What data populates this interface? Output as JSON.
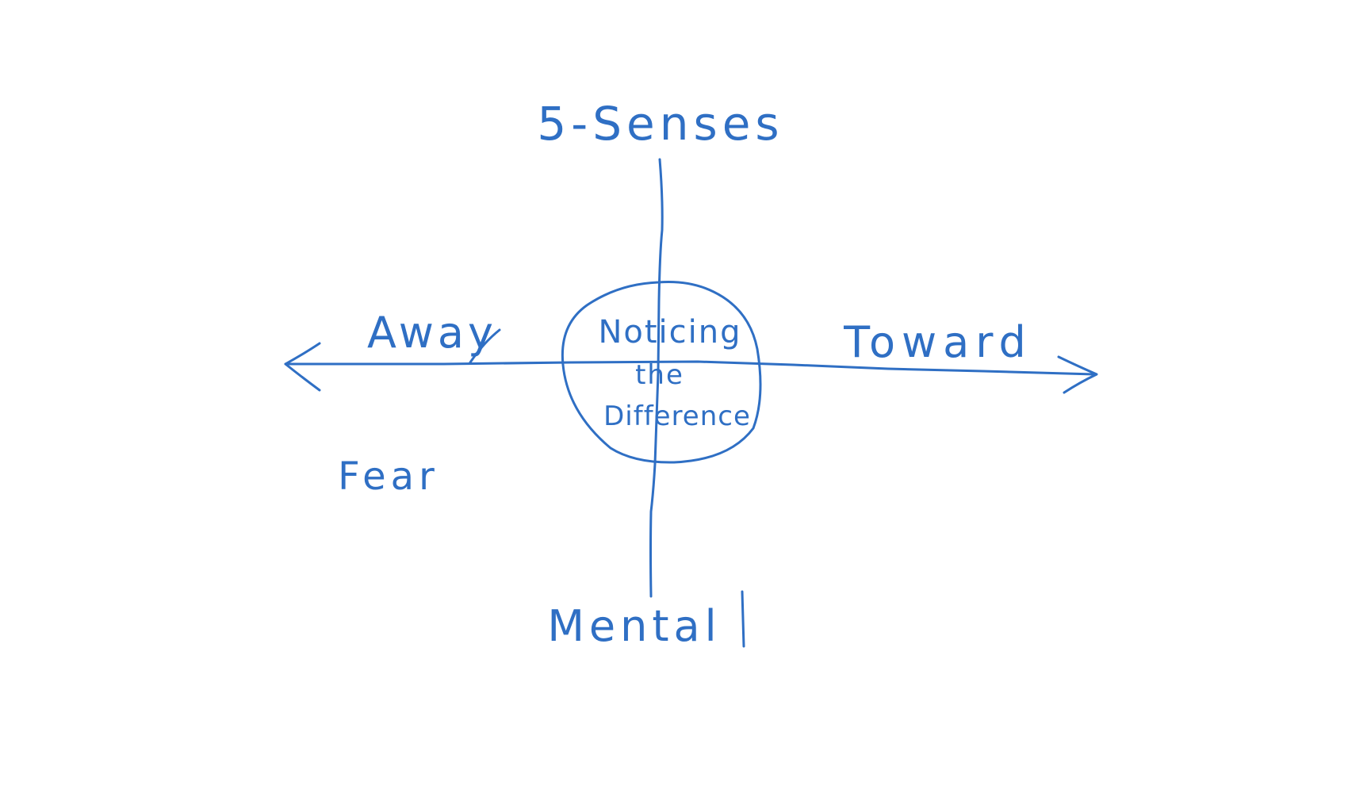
{
  "ink_color": "#2f6fc4",
  "labels": {
    "top": "5-Senses",
    "bottom": "Mental",
    "left": "Away",
    "right": "Toward",
    "lower_left": "Fear",
    "center_line1": "Noticing",
    "center_line2": "the",
    "center_line3": "Difference"
  }
}
